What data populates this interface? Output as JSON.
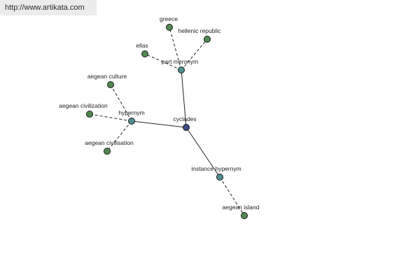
{
  "header": {
    "url": "http://www.artikata.com"
  },
  "graph": {
    "center": {
      "id": "cyclades",
      "label": "cyclades",
      "color": "#3e4a8c"
    },
    "relations": [
      {
        "id": "part_meronym",
        "label": "part meronym",
        "color": "#4f8f8f",
        "children": [
          {
            "id": "greece",
            "label": "greece"
          },
          {
            "id": "hellenic_republic",
            "label": "hellenic republic"
          },
          {
            "id": "ellas",
            "label": "ellas"
          }
        ]
      },
      {
        "id": "hypernym",
        "label": "hypernym",
        "color": "#4f8f8f",
        "children": [
          {
            "id": "aegean_culture",
            "label": "aegean culture"
          },
          {
            "id": "aegean_civilization",
            "label": "aegean civilization"
          },
          {
            "id": "aegean_civilisation",
            "label": "aegean civilisation"
          }
        ]
      },
      {
        "id": "instance_hypernym",
        "label": "instance hypernym",
        "color": "#4f8f8f",
        "children": [
          {
            "id": "aegean_island",
            "label": "aegean island"
          }
        ]
      }
    ],
    "leaf_color": "#4f8a4f"
  }
}
